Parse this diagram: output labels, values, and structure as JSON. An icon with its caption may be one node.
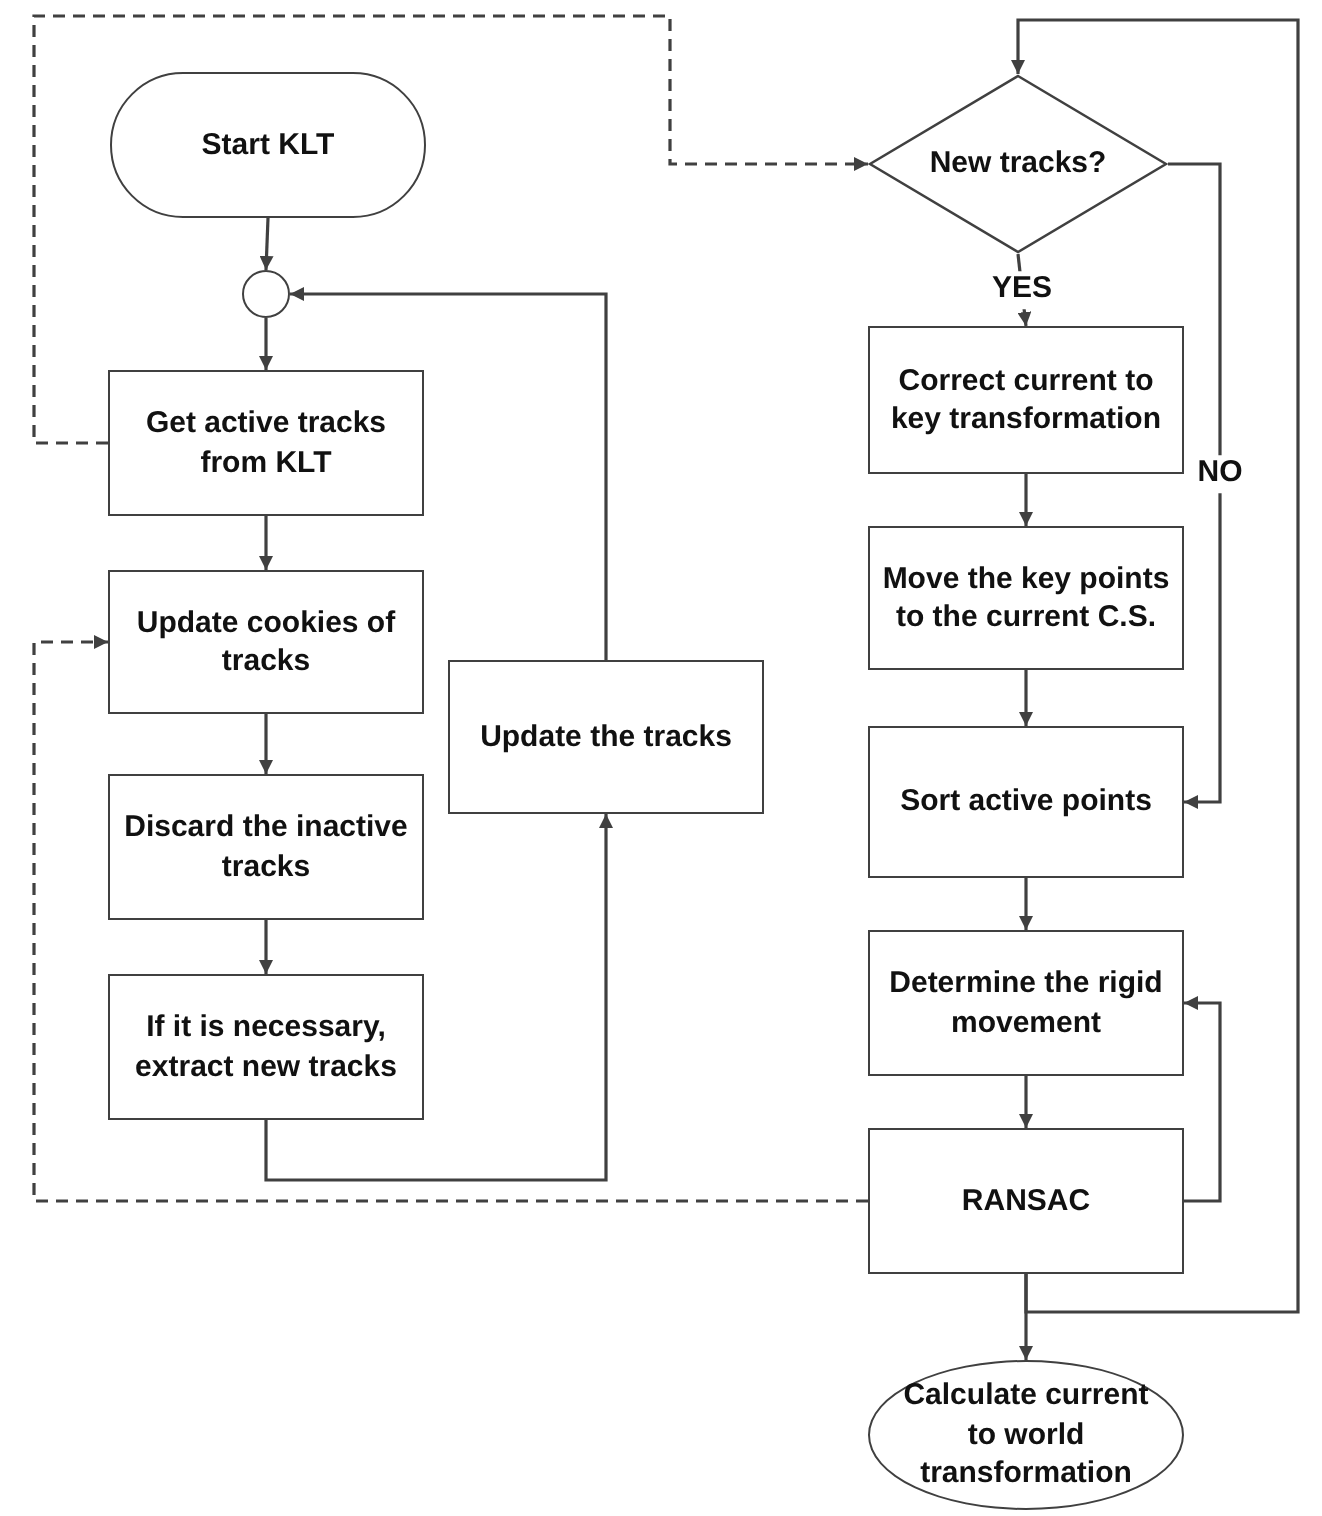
{
  "diagram": {
    "nodes": [
      {
        "text": [
          "Start KLT"
        ]
      },
      {
        "text": [],
        "shape": "circle"
      },
      {
        "text": [
          "Get active tracks from KLT"
        ]
      },
      {
        "text": [
          "Update cookies of tracks"
        ]
      },
      {
        "text": [
          "Discard the inactive tracks"
        ]
      },
      {
        "text": [
          "If it is necessary, extract new tracks"
        ]
      },
      {
        "text": [
          "Update the tracks"
        ]
      },
      {
        "text": [
          "New tracks?"
        ]
      },
      {
        "text": [
          "Correct current to key transformation"
        ]
      },
      {
        "text": [
          "Move the key points to the current C.S."
        ]
      },
      {
        "text": [
          "Sort active points"
        ]
      },
      {
        "text": [
          "Determine the rigid movement"
        ]
      },
      {
        "text": [
          "RANSAC"
        ]
      },
      {
        "text": [
          "Calculate current to world transformation"
        ]
      }
    ],
    "edges": [
      {
        "from": 0,
        "to": 1,
        "arrow": "to"
      },
      {
        "from": 1,
        "to": 2,
        "arrow": "to"
      },
      {
        "from": 2,
        "to": 3,
        "arrow": "to"
      },
      {
        "from": 3,
        "to": 4,
        "arrow": "to"
      },
      {
        "from": 4,
        "to": 5,
        "arrow": "to"
      },
      {
        "from": 5,
        "to": 6,
        "arrow": "to"
      },
      {
        "from": 6,
        "to": 1,
        "arrow": "to"
      },
      {
        "from": 2,
        "to": 7,
        "arrow": "to",
        "style": "dashed"
      },
      {
        "from": 12,
        "to": 3,
        "arrow": "to",
        "style": "dashed"
      },
      {
        "from": 7,
        "to": 8,
        "arrow": "to",
        "label": "YES"
      },
      {
        "from": 7,
        "to": 10,
        "arrow": "to",
        "label": "NO"
      },
      {
        "from": 8,
        "to": 9,
        "arrow": "to"
      },
      {
        "from": 9,
        "to": 10,
        "arrow": "to"
      },
      {
        "from": 10,
        "to": 11,
        "arrow": "to"
      },
      {
        "from": 11,
        "to": 12,
        "arrow": "to"
      },
      {
        "from": 12,
        "to": 11,
        "arrow": "to"
      },
      {
        "from": 12,
        "to": 13,
        "arrow": "to"
      },
      {
        "from": 12,
        "to": 7,
        "arrow": "to"
      }
    ]
  }
}
